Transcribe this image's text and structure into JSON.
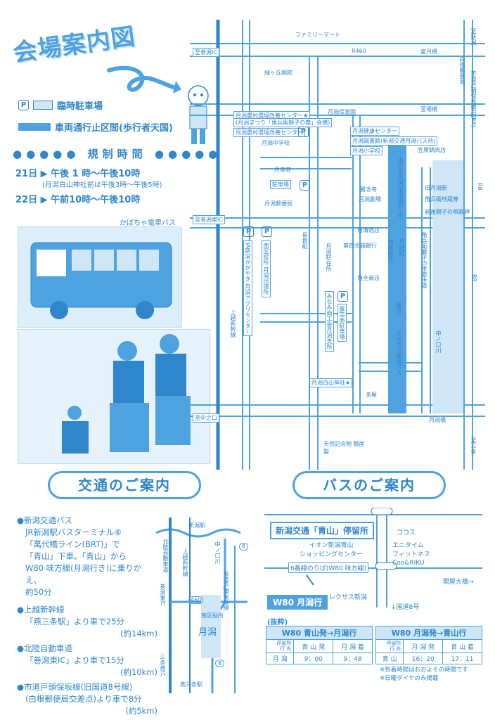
{
  "title": "会場案内図",
  "legend": {
    "parking_mark": "P",
    "parking": "臨時駐車場",
    "pedestrian": "車両通行止区間(歩行者天国)"
  },
  "regulation": {
    "heading": "規制時間",
    "day21": "21日 ▶ 午後 1 時〜午後10時",
    "day21_note": "(月潟白山神社前は午後3時〜午後5時)",
    "day22": "22日 ▶ 午前10時〜午後10時"
  },
  "photo_caption": "かぼちゃ電車バス",
  "map": {
    "family_mart": "ファミリーマート",
    "r460": "R460",
    "kanegawa_ic": "至巻潟IC",
    "kanegawa_higashi_ic": "至巻潟東IC",
    "shinotani": "至中之口",
    "tomitsuki": "富月橋",
    "shinkappu": "萱場橋",
    "tsukigata_bashi": "月潟橋",
    "to_niigata": "至新潟",
    "to_sanjo": "至三条",
    "midori_clinic": "緑ヶ丘病院",
    "shirane_post": "白根郵便局",
    "shido_road": "市道戸頭保坂線(旧R8)",
    "r8_top": "R8",
    "r8_mid": "R8",
    "nouson_center_star": "月潟農村環境改善センター★",
    "nouson_center_sub": "(月潟まつり「角兵衛獅子の舞」会場)",
    "nouson_center_p": "月潟農村環境改善センター",
    "nursery": "月潟保育園",
    "health_center": "月潟健康センター",
    "library": "月潟図書館(新潟交通月潟バス待)",
    "elementary": "月潟小学校",
    "middle_school": "月潟中学校",
    "kasahara": "笠原鍋肉店",
    "pedestrian_zone": "歩行者天国(車両通行止)",
    "tsukiso": "月寿荘",
    "station_p": "駐車場",
    "post_office": "月潟郵便局",
    "shonenji": "勝念寺",
    "tsukigata_gekijo": "月潟劇場",
    "tsukigata_station": "旧月潟駅",
    "kakubee_jizo": "角兵衛地蔵尊",
    "kakubee_monument": "越後獅子の唄歌碑",
    "kaku_sake": "角清酒店",
    "daishi_bank": "第四北越銀行",
    "products_sales": "物産販売",
    "tsukigata_town": "月潟町",
    "kakubee_road": "角兵衛獅子の里遊歩道",
    "kakuzen": "角全商店",
    "nakanokuchi_river": "中ノ口川",
    "food_stalls": "露店",
    "kabocha_bus": "かぼちゃ電車バス",
    "ja_kagayaki": "JA新潟かがやき 月潟アグリセンター",
    "minami_office": "南区役所 月潟出張所",
    "jotetsu": "上越新幹線",
    "tsukigata_station_box": "月潟駐在所",
    "nagura": "長倉組",
    "minami_shokokai": "みなみ商工会月潟支所",
    "roten_parking": "露店商駐車場",
    "hakusan_shrine": "月潟白山神社★",
    "taya": "多屋",
    "tenzen_monument": "天然記念物 類産梨"
  },
  "access": {
    "heading": "交通のご案内",
    "items": [
      {
        "head": "●新潟交通バス",
        "lines": [
          "JR新潟駅バスターミナル⑥",
          "「萬代橋ライン(BRT)」で",
          "「青山」下車。「青山」から",
          "W80 味方線(月潟行き)に乗りかえ、",
          "約50分"
        ]
      },
      {
        "head": "●上越新幹線",
        "lines": [
          "「燕三条駅」より車で25分"
        ],
        "note": "(約14km)"
      },
      {
        "head": "●北陸自動車道",
        "lines": [
          "「巻潟東IC」より車で15分"
        ],
        "note": "(約10km)"
      },
      {
        "head": "●市道戸頭保坂線(旧国道8号線)",
        "lines": [
          "(白根郵便局交差点)より車で8分"
        ],
        "note": "(約5km)"
      }
    ],
    "mini_map": {
      "niigata_station": "新潟駅",
      "expressway": "北陸自動車道",
      "joetsu_shinkansen": "上越新幹線",
      "nakanokuchi": "中ノ口川",
      "shido": "市道戸頭保坂線",
      "r8": "8",
      "r460": "460",
      "minami_ku": "南区役所",
      "tsukigata": "月潟",
      "makigata_ic": "巻潟東IC",
      "sanjo_ic": "三条燕IC",
      "tsubame_sanjo": "燕三条駅",
      "r8_bottom": "8"
    }
  },
  "bus": {
    "heading": "バスのご案内",
    "stop_name": "新潟交通「青山」停留所",
    "aeon": "イオン新潟青山\nショッピングセンター",
    "aeon_line1": "イオン新潟青山",
    "aeon_line2": "ショッピングセンター",
    "platform": "6番線のりば(W80 味方線)",
    "cocos": "ココス",
    "anytime": "エニタイム フィットネス",
    "anytime1": "エニタイム",
    "anytime2": "フィットネス",
    "coo_riku": "Coo&RIKU",
    "sekiya": "関屋大橋→",
    "w80_label": "W80 月潟行",
    "lexus": "レクサス新潟",
    "route8": "↓国道8号",
    "excerpt": "(抜粋)",
    "table1": {
      "title": "W80 青山発→月潟行",
      "stop_header": "停留所",
      "dir_header": "行 先",
      "col1": "青 山 発",
      "col2": "月 潟 着",
      "dest": "月 潟",
      "dep": "9：00",
      "arr": "9：48"
    },
    "table2": {
      "title": "W80 月潟発→青山行",
      "stop_header": "停留所",
      "dir_header": "行 先",
      "col1": "月 潟 発",
      "col2": "青 山 着",
      "dest": "青 山",
      "dep": "16：20",
      "arr": "17：11"
    },
    "note1": "※到着時間はおおよその時間です",
    "note2": "※日曜ダイヤのみ掲載"
  },
  "colors": {
    "primary": "#4ea2e0",
    "dark": "#2f86cc",
    "light": "#cfe6f7"
  }
}
